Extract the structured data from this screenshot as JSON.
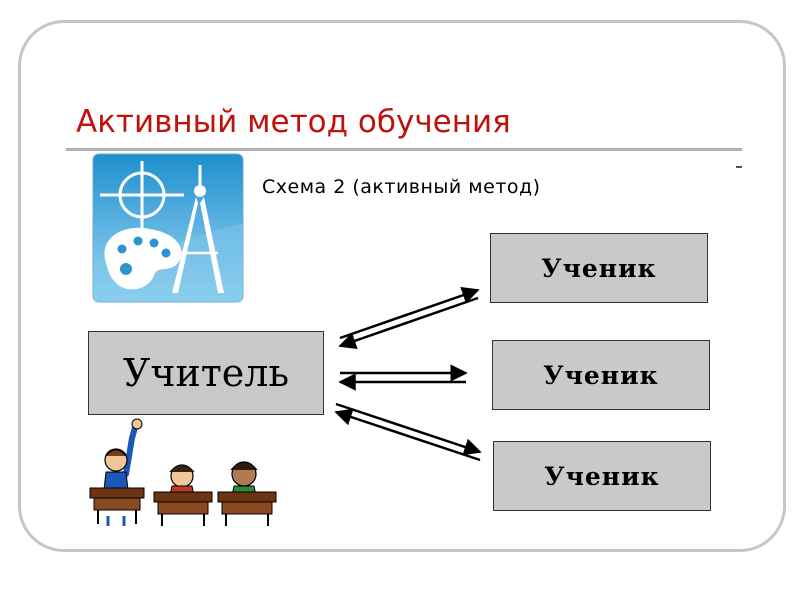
{
  "slide": {
    "title": "Активный метод обучения"
  },
  "diagram": {
    "subtitle": "Схема 2 (активный метод)",
    "teacher_label": "Учитель",
    "students": [
      {
        "label": "Ученик"
      },
      {
        "label": "Ученик"
      },
      {
        "label": "Ученик"
      }
    ]
  },
  "colors": {
    "title": "#c0120c",
    "box_fill": "#c9c9c9",
    "icon_gradient_top": "#1e8fcf",
    "icon_gradient_bottom": "#9fd8f3",
    "frame_border": "#c6c6c6"
  },
  "icons": [
    "geometry-icon",
    "palette-icon",
    "compass-icon",
    "crosshair-icon",
    "student-desks-clipart"
  ]
}
